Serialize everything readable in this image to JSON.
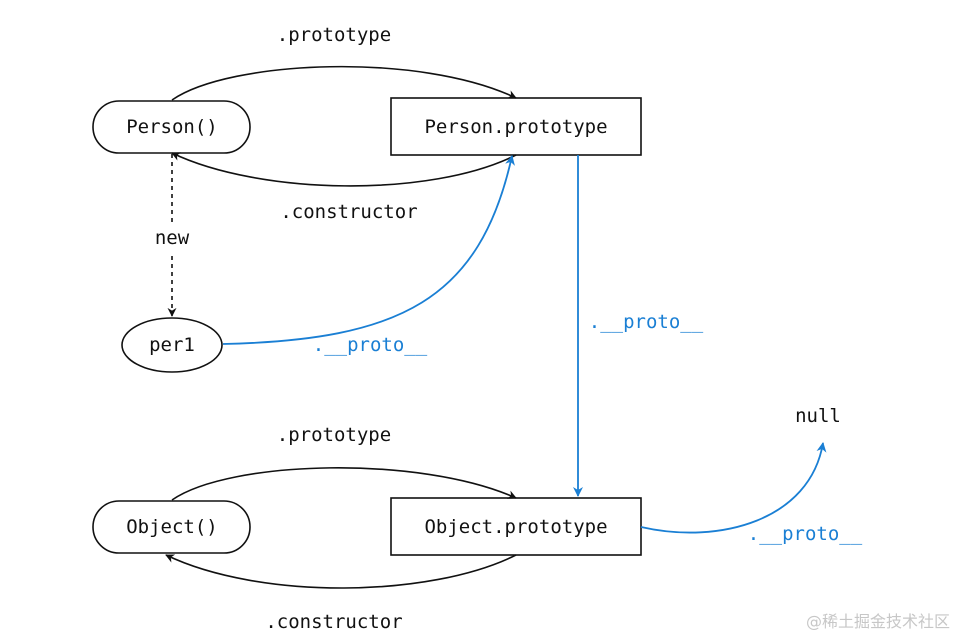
{
  "nodes": {
    "person": "Person()",
    "person_prototype": "Person.prototype",
    "per1": "per1",
    "object": "Object()",
    "object_prototype": "Object.prototype",
    "null_node": "null"
  },
  "edges": {
    "person_prototype_label": ".prototype",
    "person_constructor_label": ".constructor",
    "new_label": "new",
    "per1_proto_label": ".__proto__",
    "person_proto_proto_label": ".__proto__",
    "object_prototype_label": ".prototype",
    "object_constructor_label": ".constructor",
    "object_proto_null_label": ".__proto__"
  },
  "watermark": "@稀土掘金技术社区",
  "colors": {
    "line": "#111111",
    "proto_link": "#1a7fd4",
    "watermark": "#c7c7c7"
  }
}
